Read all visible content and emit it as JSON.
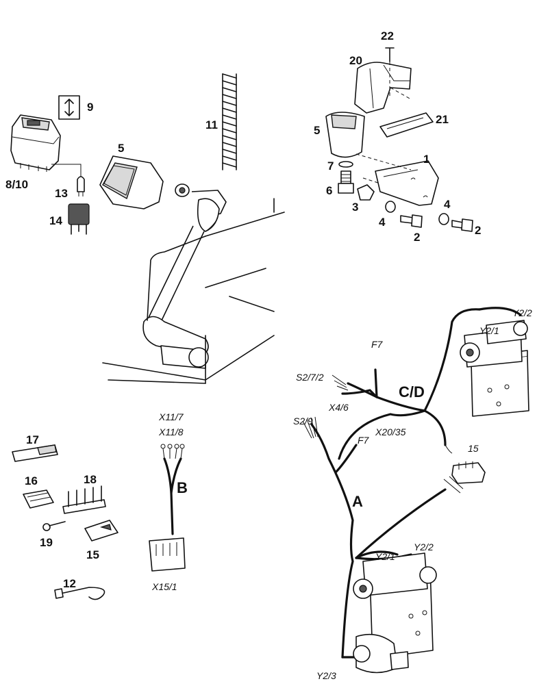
{
  "labels": {
    "p1": "1",
    "p2a": "2",
    "p2b": "2",
    "p3": "3",
    "p4a": "4",
    "p4b": "4",
    "p5a": "5",
    "p5b": "5",
    "p6": "6",
    "p7": "7",
    "p8_10": "8/10",
    "p9": "9",
    "p11": "11",
    "p12": "12",
    "p13": "13",
    "p14": "14",
    "p15a": "15",
    "p15b": "15",
    "p16": "16",
    "p17": "17",
    "p18": "18",
    "p19": "19",
    "p20": "20",
    "p21": "21",
    "p22": "22"
  },
  "harness": {
    "A": "A",
    "B": "B",
    "CD": "C/D",
    "S2_7_2": "S2/7/2",
    "F7_top": "F7",
    "X4_6": "X4/6",
    "S2_9": "S2/9",
    "F7_mid": "F7",
    "X20_35": "X20/35",
    "Y2_1_top": "Y2/1",
    "Y2_2_top": "Y2/2",
    "X11_7": "X11/7",
    "X11_8": "X11/8",
    "X15_1": "X15/1",
    "Y2_1_bot": "Y2/1",
    "Y2_2_bot": "Y2/2",
    "Y2_3": "Y2/3"
  }
}
